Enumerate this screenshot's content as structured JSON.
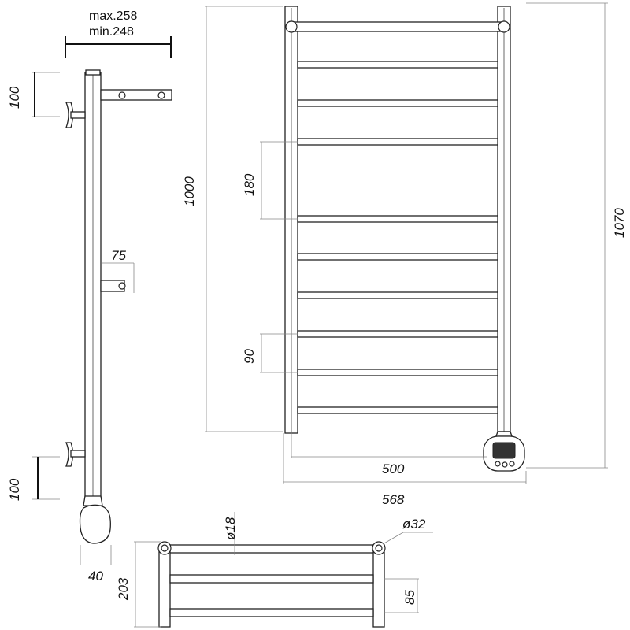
{
  "side_view": {
    "depth_max": "max.258",
    "depth_min": "min.248",
    "top_bracket_offset": "100",
    "mid_bracket": "75",
    "bottom_bracket_offset": "100",
    "heater_width": "40"
  },
  "front_view": {
    "height_inner": "1000",
    "height_total": "1070",
    "rail_spacing_large": "180",
    "rail_spacing_small": "90",
    "width_center": "500",
    "width_total": "568"
  },
  "top_view": {
    "rail_diameter": "ø18",
    "post_diameter": "ø32",
    "depth": "203",
    "rail_spacing": "85"
  },
  "colors": {
    "line": "#222222",
    "dim_line": "#888888",
    "screen": "#333333"
  }
}
